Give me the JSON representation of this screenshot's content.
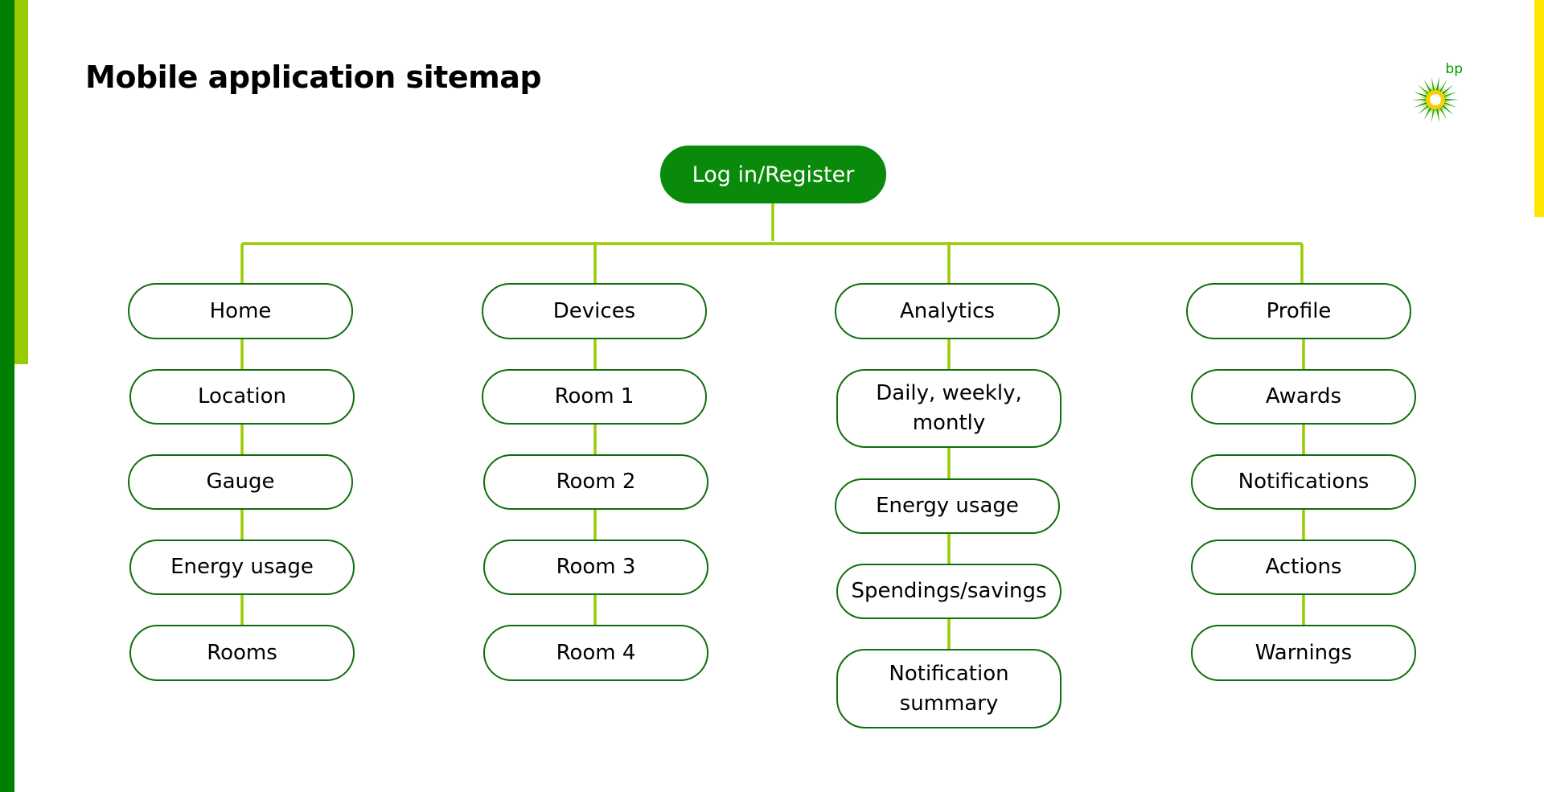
{
  "title": "Mobile application sitemap",
  "logo": {
    "text": "bp",
    "icon": "bp-helios-logo-icon"
  },
  "colors": {
    "dark_green": "#007f00",
    "light_green": "#99cc00",
    "yellow": "#ffe600",
    "root_fill": "#0a8a0a",
    "node_border": "#0f6e0f",
    "connector": "#99cc00"
  },
  "root": "Log in/Register",
  "columns": [
    {
      "name": "home",
      "items": [
        "Home",
        "Location",
        "Gauge",
        "Energy usage",
        "Rooms"
      ]
    },
    {
      "name": "devices",
      "items": [
        "Devices",
        "Room 1",
        "Room 2",
        "Room 3",
        "Room 4"
      ]
    },
    {
      "name": "analytics",
      "items": [
        "Analytics",
        "Daily, weekly, montly",
        "Energy usage",
        "Spendings/savings",
        "Notification summary"
      ]
    },
    {
      "name": "profile",
      "items": [
        "Profile",
        "Awards",
        "Notifications",
        "Actions",
        "Warnings"
      ]
    }
  ]
}
